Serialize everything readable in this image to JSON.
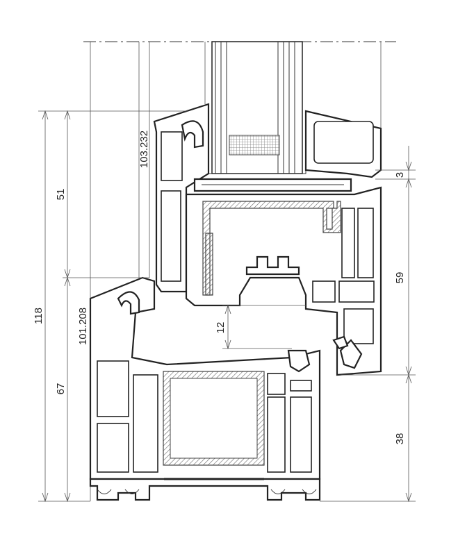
{
  "colors": {
    "line": "#222222",
    "background": "#ffffff",
    "glass_mesh": "#8a8a8a"
  },
  "dimensions": {
    "total_height": "118",
    "upper_sash": "51",
    "lower_frame": "67",
    "sash_depth": "103.232",
    "frame_depth": "101.208",
    "rebate": "12",
    "gap": "3",
    "right_upper": "59",
    "right_lower": "38"
  }
}
